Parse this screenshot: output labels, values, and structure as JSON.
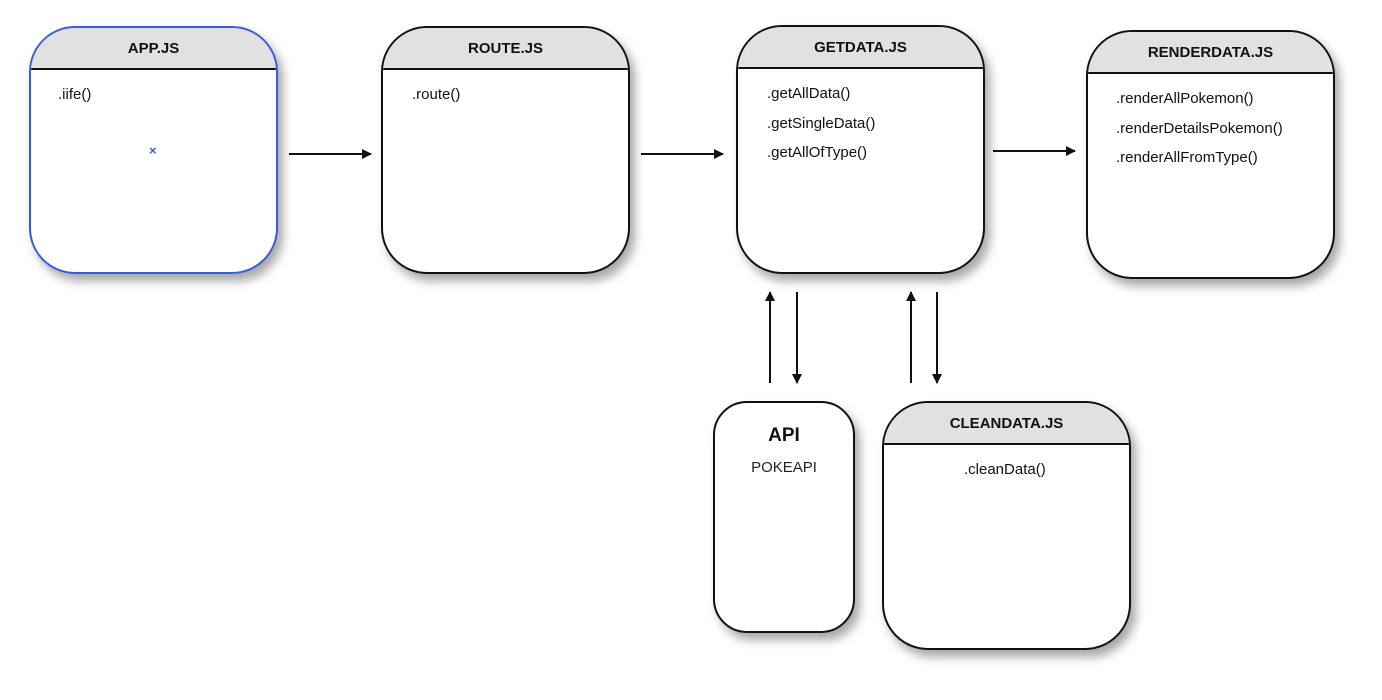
{
  "modules": {
    "app": {
      "title": "APP.JS",
      "methods": [
        ".iife()"
      ],
      "selection_marker": "×"
    },
    "route": {
      "title": "ROUTE.JS",
      "methods": [
        ".route()"
      ]
    },
    "getdata": {
      "title": "GETDATA.JS",
      "methods": [
        ".getAllData()",
        ".getSingleData()",
        ".getAllOfType()"
      ]
    },
    "renderdata": {
      "title": "RENDERDATA.JS",
      "methods": [
        ".renderAllPokemon()",
        ".renderDetailsPokemon()",
        ".renderAllFromType()"
      ]
    },
    "api": {
      "title": "API",
      "subtitle": "POKEAPI"
    },
    "cleandata": {
      "title": "CLEANDATA.JS",
      "methods": [
        ".cleanData()"
      ]
    }
  },
  "connections": [
    {
      "from": "app",
      "to": "route"
    },
    {
      "from": "route",
      "to": "getdata"
    },
    {
      "from": "getdata",
      "to": "renderdata"
    },
    {
      "from": "api",
      "to": "getdata"
    },
    {
      "from": "getdata",
      "to": "api"
    },
    {
      "from": "cleandata",
      "to": "getdata"
    },
    {
      "from": "getdata",
      "to": "cleandata"
    }
  ],
  "colors": {
    "stroke": "#111111",
    "header_fill": "#e1e1e1",
    "selection": "#3b5bdb"
  }
}
